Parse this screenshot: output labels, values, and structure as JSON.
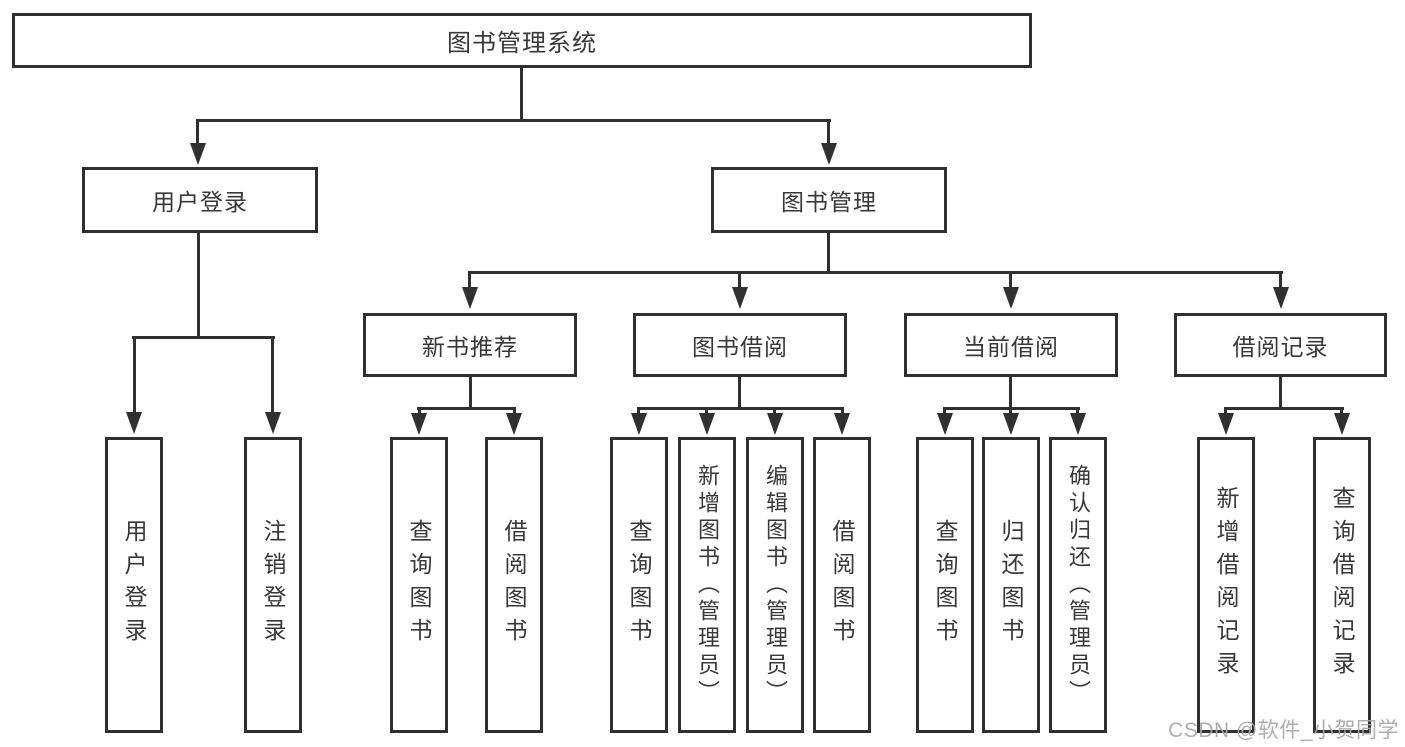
{
  "tree": {
    "label": "图书管理系统",
    "children": [
      {
        "label": "用户登录",
        "children": [
          {
            "label": "用户登录"
          },
          {
            "label": "注销登录"
          }
        ]
      },
      {
        "label": "图书管理",
        "children": [
          {
            "label": "新书推荐",
            "children": [
              {
                "label": "查询图书"
              },
              {
                "label": "借阅图书"
              }
            ]
          },
          {
            "label": "图书借阅",
            "children": [
              {
                "label": "查询图书"
              },
              {
                "label": "新增图书（管理员）"
              },
              {
                "label": "编辑图书（管理员）"
              },
              {
                "label": "借阅图书"
              }
            ]
          },
          {
            "label": "当前借阅",
            "children": [
              {
                "label": "查询图书"
              },
              {
                "label": "归还图书"
              },
              {
                "label": "确认归还（管理员）"
              }
            ]
          },
          {
            "label": "借阅记录",
            "children": [
              {
                "label": "新增借阅记录"
              },
              {
                "label": "查询借阅记录"
              }
            ]
          }
        ]
      }
    ]
  },
  "watermark": {
    "text": "CSDN @软件_小贺同学"
  },
  "colors": {
    "line": "#303030",
    "text": "#383838",
    "background": "#ffffff",
    "watermark": "#a5a5a5"
  }
}
